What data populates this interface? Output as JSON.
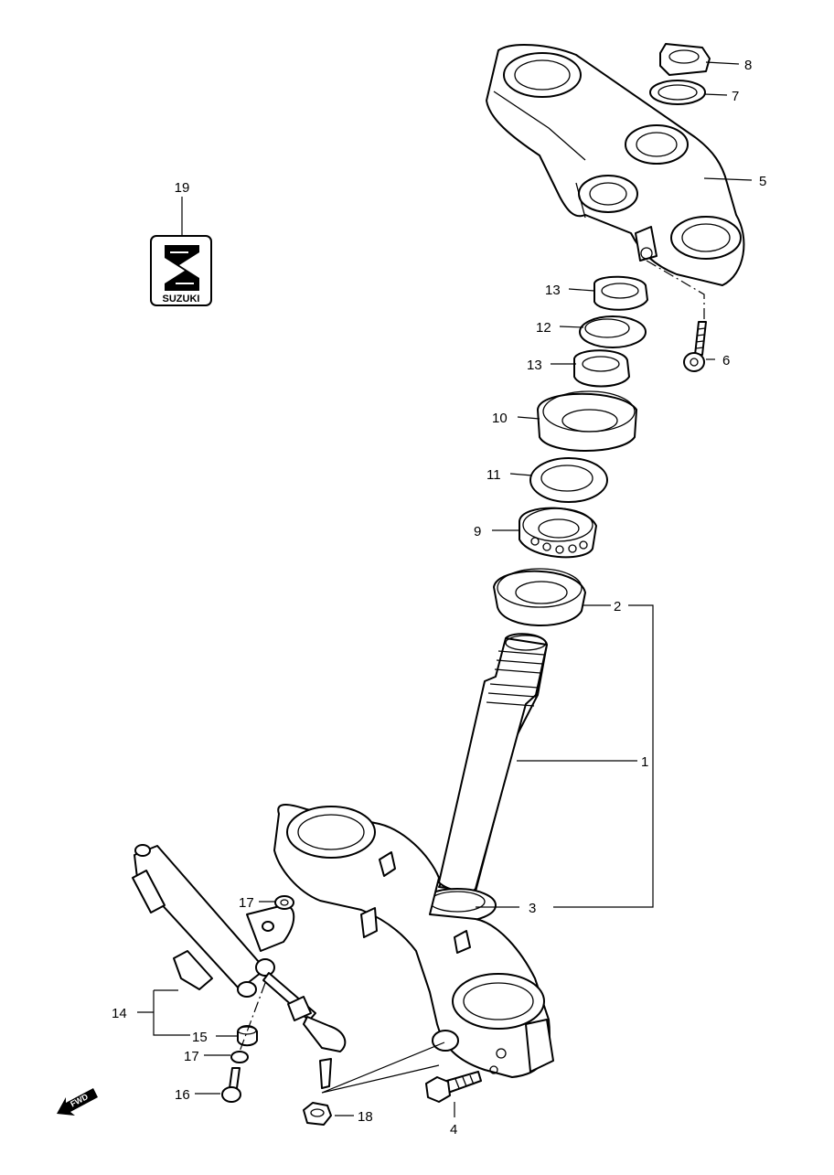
{
  "diagram": {
    "parts": [
      {
        "id": "part-1",
        "label": "1"
      },
      {
        "id": "part-2",
        "label": "2"
      },
      {
        "id": "part-3",
        "label": "3"
      },
      {
        "id": "part-4",
        "label": "4"
      },
      {
        "id": "part-5",
        "label": "5"
      },
      {
        "id": "part-6",
        "label": "6"
      },
      {
        "id": "part-7",
        "label": "7"
      },
      {
        "id": "part-8",
        "label": "8"
      },
      {
        "id": "part-9",
        "label": "9"
      },
      {
        "id": "part-10",
        "label": "10"
      },
      {
        "id": "part-11",
        "label": "11"
      },
      {
        "id": "part-12",
        "label": "12"
      },
      {
        "id": "part-13a",
        "label": "13"
      },
      {
        "id": "part-13b",
        "label": "13"
      },
      {
        "id": "part-14",
        "label": "14"
      },
      {
        "id": "part-15",
        "label": "15"
      },
      {
        "id": "part-16",
        "label": "16"
      },
      {
        "id": "part-17a",
        "label": "17"
      },
      {
        "id": "part-17b",
        "label": "17"
      },
      {
        "id": "part-18",
        "label": "18"
      },
      {
        "id": "part-19",
        "label": "19"
      }
    ],
    "logo_text": "SUZUKI",
    "direction_badge": "FWD",
    "line_color": "#000000",
    "background": "#ffffff"
  }
}
